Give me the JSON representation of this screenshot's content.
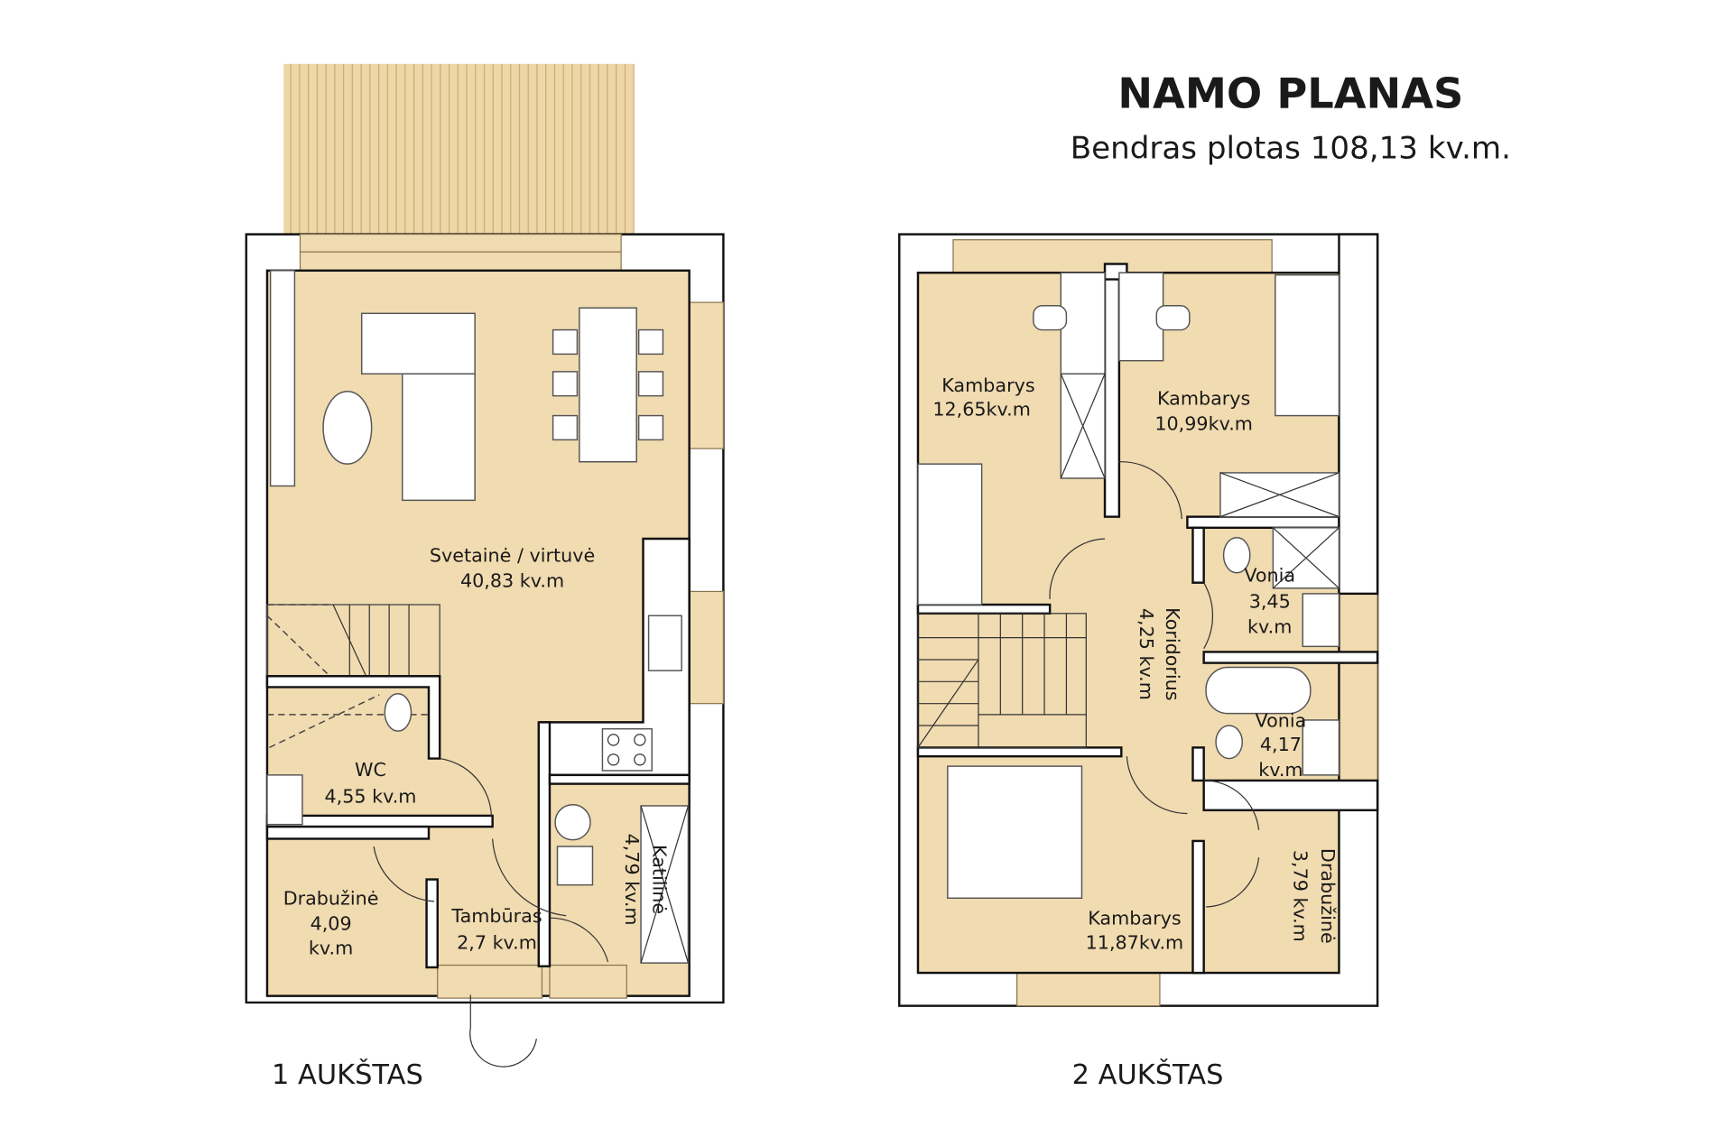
{
  "header": {
    "title": "NAMO PLANAS",
    "subtitle": "Bendras plotas 108,13 kv.m."
  },
  "floor1": {
    "label": "1 AUKŠTAS",
    "rooms": {
      "living": {
        "name": "Svetainė / virtuvė",
        "area": "40,83 kv.m"
      },
      "wc": {
        "name": "WC",
        "area": "4,55 kv.m"
      },
      "wardrobe": {
        "name": "Drabužinė",
        "area": "4,09",
        "unit": "kv.m"
      },
      "vestibule": {
        "name": "Tambūras",
        "area": "2,7 kv.m"
      },
      "boiler": {
        "name": "Katilinė",
        "area": "4,79 kv.m"
      }
    }
  },
  "floor2": {
    "label": "2 AUKŠTAS",
    "rooms": {
      "room1": {
        "name": "Kambarys",
        "area": "12,65kv.m"
      },
      "room2": {
        "name": "Kambarys",
        "area": "10,99kv.m"
      },
      "bath1": {
        "name": "Vonia",
        "area": "3,45",
        "unit": "kv.m"
      },
      "corridor": {
        "name": "Koridorius",
        "area": "4,25 kv.m"
      },
      "bath2": {
        "name": "Vonia",
        "area": "4,17",
        "unit": "kv.m"
      },
      "room3": {
        "name": "Kambarys",
        "area": "11,87kv.m"
      },
      "wardrobe": {
        "name": "Drabužinė",
        "area": "3,79 kv.m"
      }
    }
  },
  "colors": {
    "floor": "#f1dbb0",
    "wall": "#ffffff",
    "line": "#111111"
  }
}
